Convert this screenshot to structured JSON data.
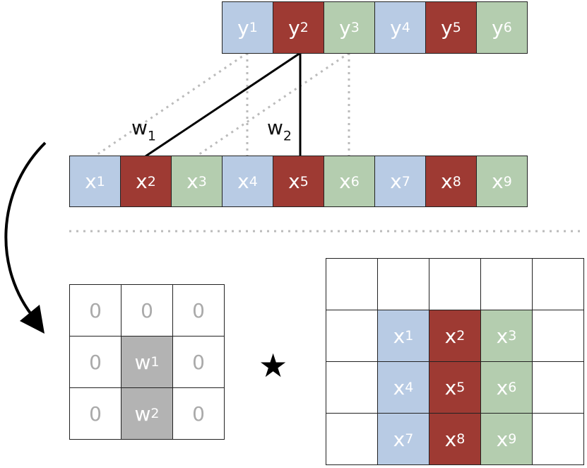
{
  "output_row": [
    {
      "sym": "y",
      "sub": "1",
      "color": "blue"
    },
    {
      "sym": "y",
      "sub": "2",
      "color": "red"
    },
    {
      "sym": "y",
      "sub": "3",
      "color": "green"
    },
    {
      "sym": "y",
      "sub": "4",
      "color": "blue"
    },
    {
      "sym": "y",
      "sub": "5",
      "color": "red"
    },
    {
      "sym": "y",
      "sub": "6",
      "color": "green"
    }
  ],
  "input_row": [
    {
      "sym": "x",
      "sub": "1",
      "color": "blue"
    },
    {
      "sym": "x",
      "sub": "2",
      "color": "red"
    },
    {
      "sym": "x",
      "sub": "3",
      "color": "green"
    },
    {
      "sym": "x",
      "sub": "4",
      "color": "blue"
    },
    {
      "sym": "x",
      "sub": "5",
      "color": "red"
    },
    {
      "sym": "x",
      "sub": "6",
      "color": "green"
    },
    {
      "sym": "x",
      "sub": "7",
      "color": "blue"
    },
    {
      "sym": "x",
      "sub": "8",
      "color": "red"
    },
    {
      "sym": "x",
      "sub": "9",
      "color": "green"
    }
  ],
  "weights": {
    "w1": {
      "sym": "w",
      "sub": "1"
    },
    "w2": {
      "sym": "w",
      "sub": "2"
    }
  },
  "kernel": [
    [
      {
        "text": "0"
      },
      {
        "text": "0"
      },
      {
        "text": "0"
      }
    ],
    [
      {
        "text": "0"
      },
      {
        "sym": "w",
        "sub": "1",
        "fill": "gray"
      },
      {
        "text": "0"
      }
    ],
    [
      {
        "text": "0"
      },
      {
        "sym": "w",
        "sub": "2",
        "fill": "gray"
      },
      {
        "text": "0"
      }
    ]
  ],
  "operator": "★",
  "grid": [
    [
      null,
      null,
      null,
      null,
      null
    ],
    [
      null,
      {
        "sym": "x",
        "sub": "1",
        "color": "blue"
      },
      {
        "sym": "x",
        "sub": "2",
        "color": "red"
      },
      {
        "sym": "x",
        "sub": "3",
        "color": "green"
      },
      null
    ],
    [
      null,
      {
        "sym": "x",
        "sub": "4",
        "color": "blue"
      },
      {
        "sym": "x",
        "sub": "5",
        "color": "red"
      },
      {
        "sym": "x",
        "sub": "6",
        "color": "green"
      },
      null
    ],
    [
      null,
      {
        "sym": "x",
        "sub": "7",
        "color": "blue"
      },
      {
        "sym": "x",
        "sub": "8",
        "color": "red"
      },
      {
        "sym": "x",
        "sub": "9",
        "color": "green"
      },
      null
    ]
  ],
  "colors": {
    "blue": "#b8cbe4",
    "red": "#9e3a33",
    "green": "#b4cdaf",
    "gray": "#b3b3b3",
    "zero_text": "#aaaaaa",
    "dotted": "#bbbbbb"
  }
}
